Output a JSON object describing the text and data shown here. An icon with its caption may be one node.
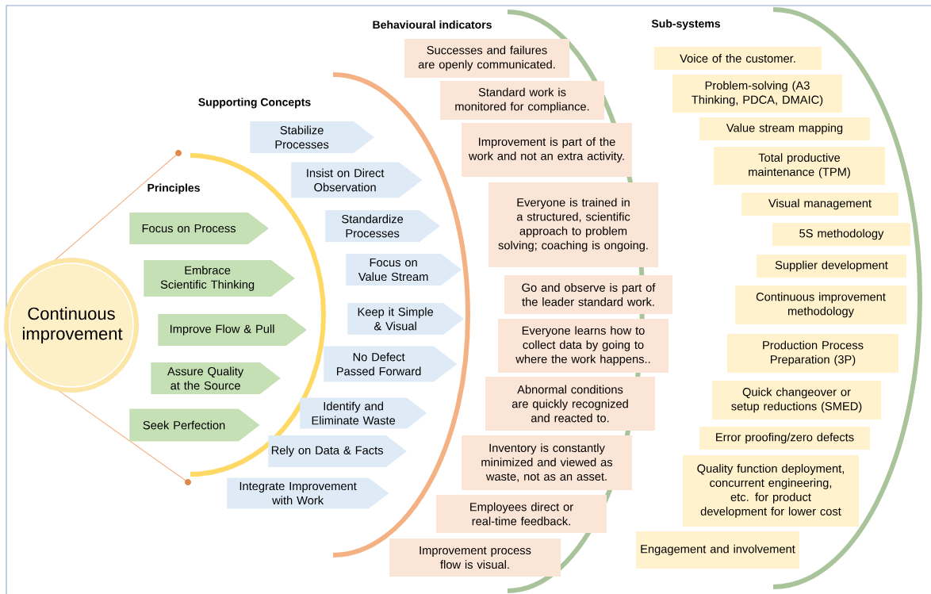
{
  "diagram": {
    "nodes": [
      {
        "text": [
          "Continuous improvement"
        ]
      },
      {
        "text": [
          "Focus on Process"
        ]
      },
      {
        "text": [
          "Embrace Scientific Thinking"
        ]
      },
      {
        "text": [
          "Improve Flow & Pull"
        ]
      },
      {
        "text": [
          "Assure Quality at the Source"
        ]
      },
      {
        "text": [
          "Seek Perfection"
        ]
      },
      {
        "text": [
          "Stabilize Processes"
        ]
      },
      {
        "text": [
          "Insist on Direct Observation"
        ]
      },
      {
        "text": [
          "Standardize Processes"
        ]
      },
      {
        "text": [
          "Focus on Value Stream"
        ]
      },
      {
        "text": [
          "Keep it Simple & Visual"
        ]
      },
      {
        "text": [
          "No Defect Passed Forward"
        ]
      },
      {
        "text": [
          "Identify and Eliminate Waste"
        ]
      },
      {
        "text": [
          "Rely on Data & Facts"
        ]
      },
      {
        "text": [
          "Integrate Improvement with Work"
        ]
      },
      {
        "text": [
          "Successes and failures are openly communicated."
        ]
      },
      {
        "text": [
          "Standard work is monitored for compliance."
        ]
      },
      {
        "text": [
          "Improvement is part of the work and not an extra activity."
        ]
      },
      {
        "text": [
          "Everyone is trained in a structured, scientific approach to problem solving; coaching is ongoing."
        ]
      },
      {
        "text": [
          "Go and observe is part of the leader standard work."
        ]
      },
      {
        "text": [
          "Everyone learns how to collect data by going to where the work happens.."
        ]
      },
      {
        "text": [
          "Abnormal conditions are quickly recognized and reacted to."
        ]
      },
      {
        "text": [
          "Inventory is constantly minimized and viewed as waste, not as an asset."
        ]
      },
      {
        "text": [
          "Employees direct or real-time feedback."
        ]
      },
      {
        "text": [
          "Improvement process flow is visual."
        ]
      },
      {
        "text": [
          "Voice of the customer."
        ]
      },
      {
        "text": [
          "Problem-solving (A3 Thinking, PDCA, DMAIC)"
        ]
      },
      {
        "text": [
          "Value stream mapping"
        ]
      },
      {
        "text": [
          "Total productive maintenance (TPM)"
        ]
      },
      {
        "text": [
          "Visual management"
        ]
      },
      {
        "text": [
          "5S methodology"
        ]
      },
      {
        "text": [
          "Supplier development"
        ]
      },
      {
        "text": [
          "Continuous improvement methodology"
        ]
      },
      {
        "text": [
          "Production Process Preparation (3P)"
        ]
      },
      {
        "text": [
          "Quick changeover or setup reductions (SMED)"
        ]
      },
      {
        "text": [
          "Error proofing/zero defects"
        ]
      },
      {
        "text": [
          "Quality function deployment, concurrent engineering, etc. for product development for lower cost"
        ]
      },
      {
        "text": [
          "Engagement and involvement"
        ]
      }
    ],
    "labels": [
      "Behavioural indicators",
      "Sub-systems",
      "Supporting Concepts",
      "Principles"
    ]
  }
}
